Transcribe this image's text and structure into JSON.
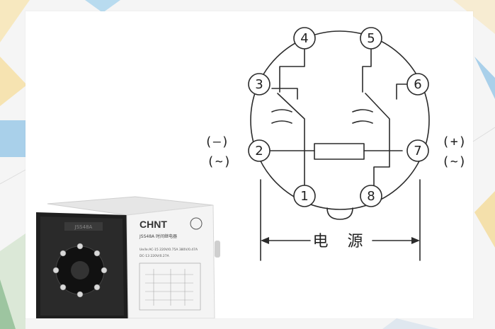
{
  "diagram": {
    "pins": {
      "p1": "1",
      "p2": "2",
      "p3": "3",
      "p4": "4",
      "p5": "5",
      "p6": "6",
      "p7": "7",
      "p8": "8"
    },
    "left_polarity_1": "(–)",
    "left_polarity_2": "(~)",
    "right_polarity_1": "(+)",
    "right_polarity_2": "(~)",
    "power_label": "电 源"
  },
  "product": {
    "brand": "CHNT",
    "model_text": "JSS48A 时间继电器",
    "spec_line_1": "Ue/Ie:AC-15 220V/0.75A 380V/0.47A",
    "spec_line_2": "DC-13 220V/0.27A",
    "socket_label": "JSS48A"
  },
  "colors": {
    "line": "#2b2b2b",
    "panel": "#ffffff",
    "accent_blue": "#9ec9e8",
    "accent_yellow": "#f3d27a",
    "accent_green": "#9dc5a0"
  }
}
